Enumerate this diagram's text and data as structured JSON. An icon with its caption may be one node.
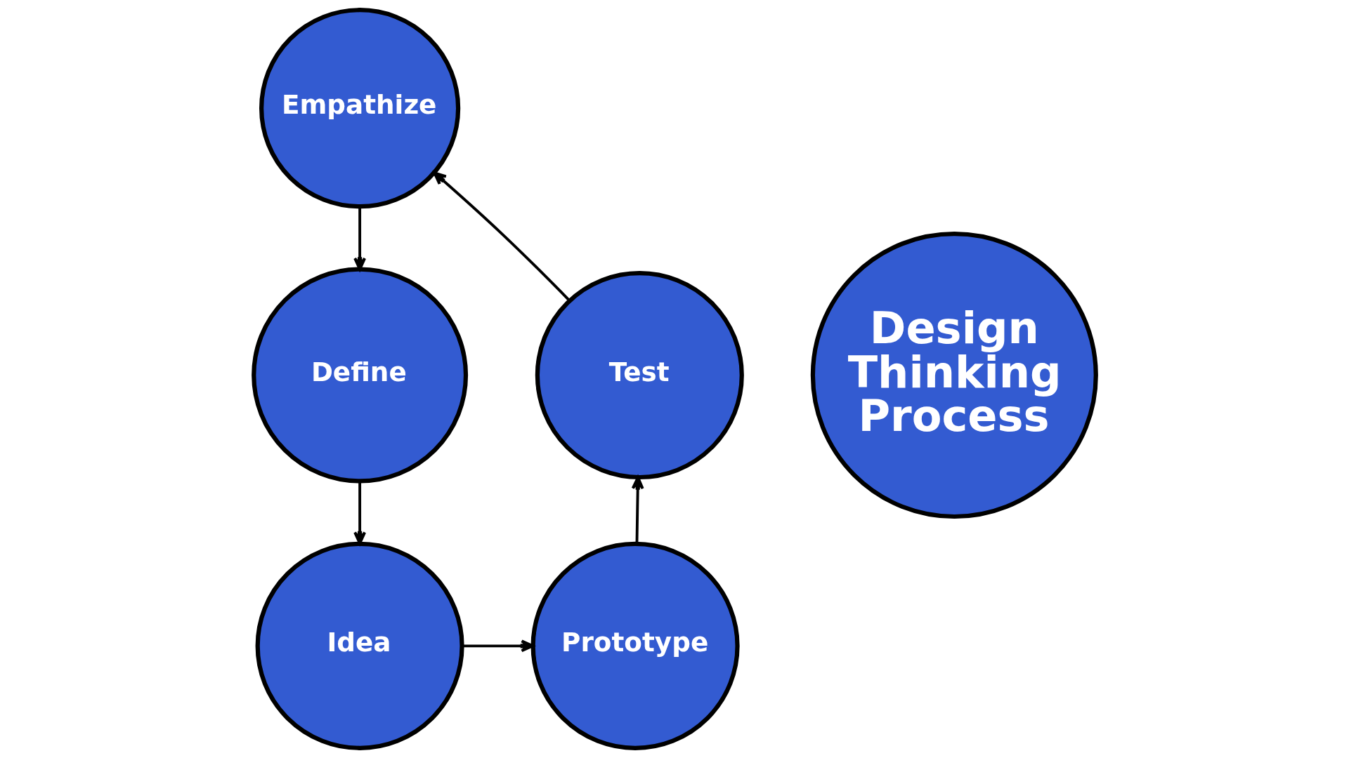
{
  "diagram": {
    "nodes": [
      {
        "text": [
          "Empathize"
        ]
      },
      {
        "text": [
          "Define"
        ]
      },
      {
        "text": [
          "Design Thinking Process"
        ]
      },
      {
        "text": [
          "Test"
        ]
      },
      {
        "text": [
          "Idea"
        ]
      },
      {
        "text": [
          "Prototype"
        ]
      }
    ],
    "edges": [
      {
        "from": 0,
        "to": 1,
        "arrow": "to"
      },
      {
        "from": 1,
        "to": 4,
        "arrow": "to"
      },
      {
        "from": 4,
        "to": 5,
        "arrow": "to"
      },
      {
        "from": 5,
        "to": 3,
        "arrow": "to"
      },
      {
        "from": 3,
        "to": 0,
        "arrow": "to"
      }
    ]
  }
}
